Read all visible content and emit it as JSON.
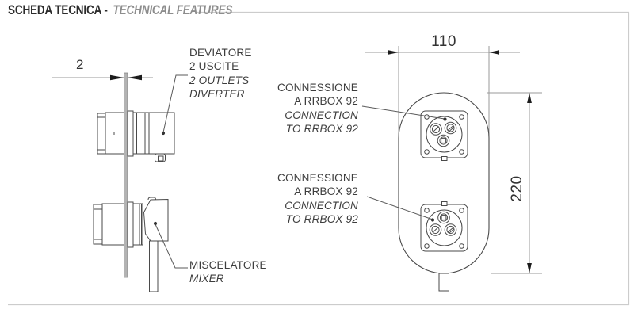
{
  "header": {
    "title": "SCHEDA TECNICA -",
    "subtitle": "TECHNICAL FEATURES"
  },
  "labels": {
    "diverter": {
      "lines": [
        "DEVIATORE",
        "2 USCITE",
        "2 OUTLETS",
        "DIVERTER"
      ]
    },
    "connection_top": {
      "lines": [
        "CONNESSIONE",
        "A RRBOX 92",
        "CONNECTION",
        "TO RRBOX 92"
      ]
    },
    "connection_bottom": {
      "lines": [
        "CONNESSIONE",
        "A RRBOX 92",
        "CONNECTION",
        "TO RRBOX 92"
      ]
    },
    "mixer": {
      "lines": [
        "MISCELATORE",
        "MIXER"
      ]
    }
  },
  "dimensions": {
    "plate_thickness": "2",
    "front_width": "110",
    "front_height": "220"
  },
  "colors": {
    "drawing_line": "#4a4a4a",
    "dimension_line": "#9a9a9a",
    "arrow": "#1c1c1c",
    "label_text": "#3d3d3d",
    "header_title": "#2b2b2b",
    "header_subtitle": "#8d8d8d",
    "frame_border": "#cccccc",
    "plate_fill": "#b3b3b3"
  }
}
